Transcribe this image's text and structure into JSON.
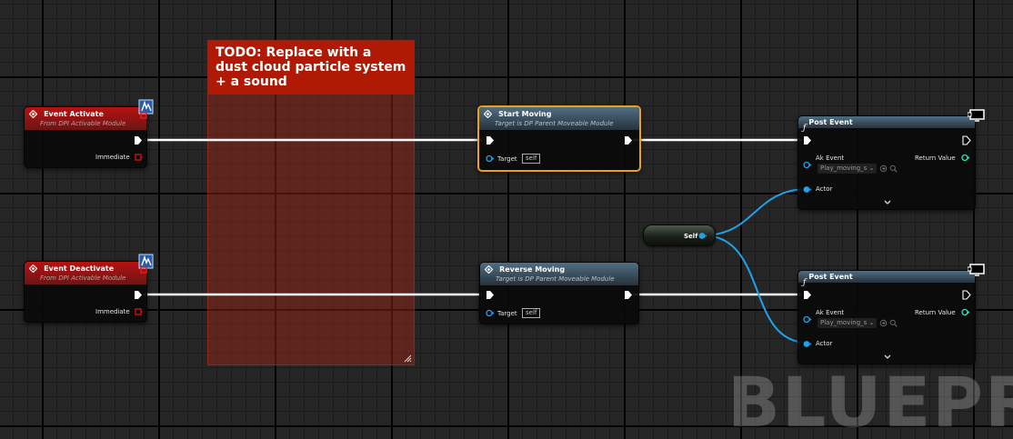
{
  "watermark": "BLUEPRIN",
  "comment": {
    "text": "TODO: Replace with a dust cloud particle system + a sound"
  },
  "nodes": {
    "event_activate": {
      "title": "Event Activate",
      "subtitle": "From DPI Activable Module",
      "pin": "Immediate"
    },
    "event_deactivate": {
      "title": "Event Deactivate",
      "subtitle": "From DPI Activable Module",
      "pin": "Immediate"
    },
    "start_moving": {
      "title": "Start Moving",
      "subtitle": "Target is DP Parent Moveable Module",
      "target_label": "Target",
      "target_value": "self"
    },
    "reverse_moving": {
      "title": "Reverse Moving",
      "subtitle": "Target is DP Parent Moveable Module",
      "target_label": "Target",
      "target_value": "self"
    },
    "post_event_1": {
      "title": "Post Event",
      "ak_event_label": "Ak Event",
      "ak_event_value": "Play_moving_s",
      "return_label": "Return Value",
      "actor_label": "Actor"
    },
    "post_event_2": {
      "title": "Post Event",
      "ak_event_label": "Ak Event",
      "ak_event_value": "Play_moving_s",
      "return_label": "Return Value",
      "actor_label": "Actor"
    },
    "self_node": {
      "label": "Self"
    }
  },
  "colors": {
    "exec_wire": "#ffffff",
    "object_wire": "#1fa2e8",
    "event_header": "#b81212",
    "function_header": "#506e84",
    "selection": "#e8a219",
    "comment_header": "#b01a05"
  },
  "icons": {
    "event": "diamond-event-icon",
    "function": "f-function-icon",
    "replication": "replicated-icon",
    "server": "monitor-icon"
  }
}
